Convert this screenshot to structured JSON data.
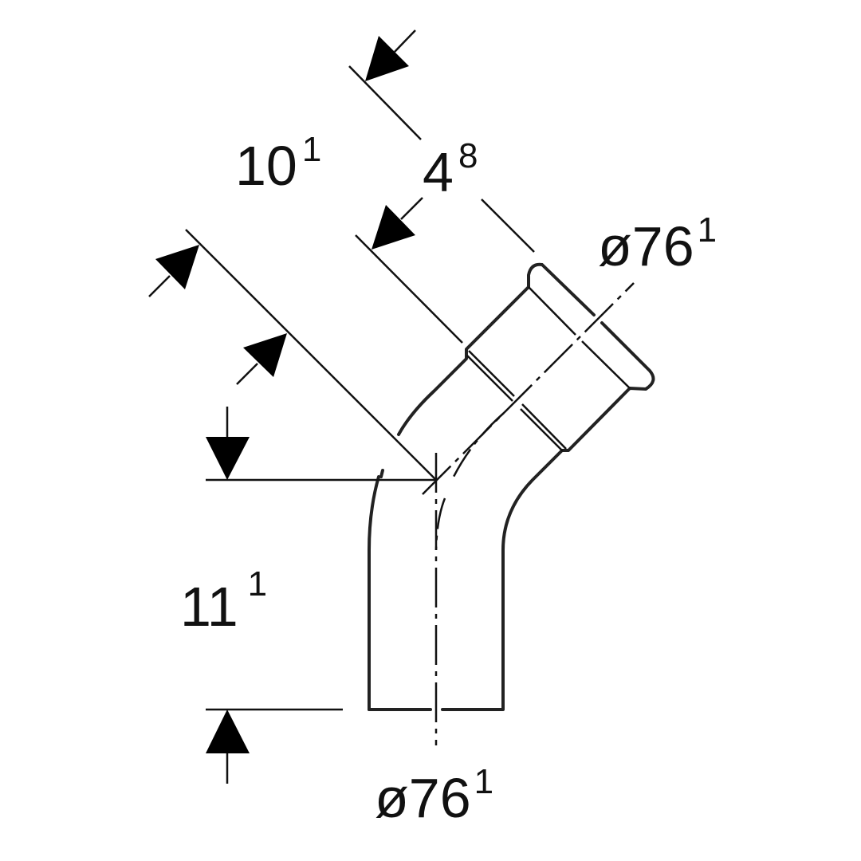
{
  "dimensions": {
    "offset_length": {
      "value": "10",
      "sup": "1"
    },
    "socket_depth": {
      "value": "4",
      "sup": "8"
    },
    "socket_diameter": {
      "value": "ø76",
      "sup": "1"
    },
    "straight_length": {
      "value": "11",
      "sup": "1"
    },
    "pipe_diameter": {
      "value": "ø76",
      "sup": "1"
    }
  }
}
